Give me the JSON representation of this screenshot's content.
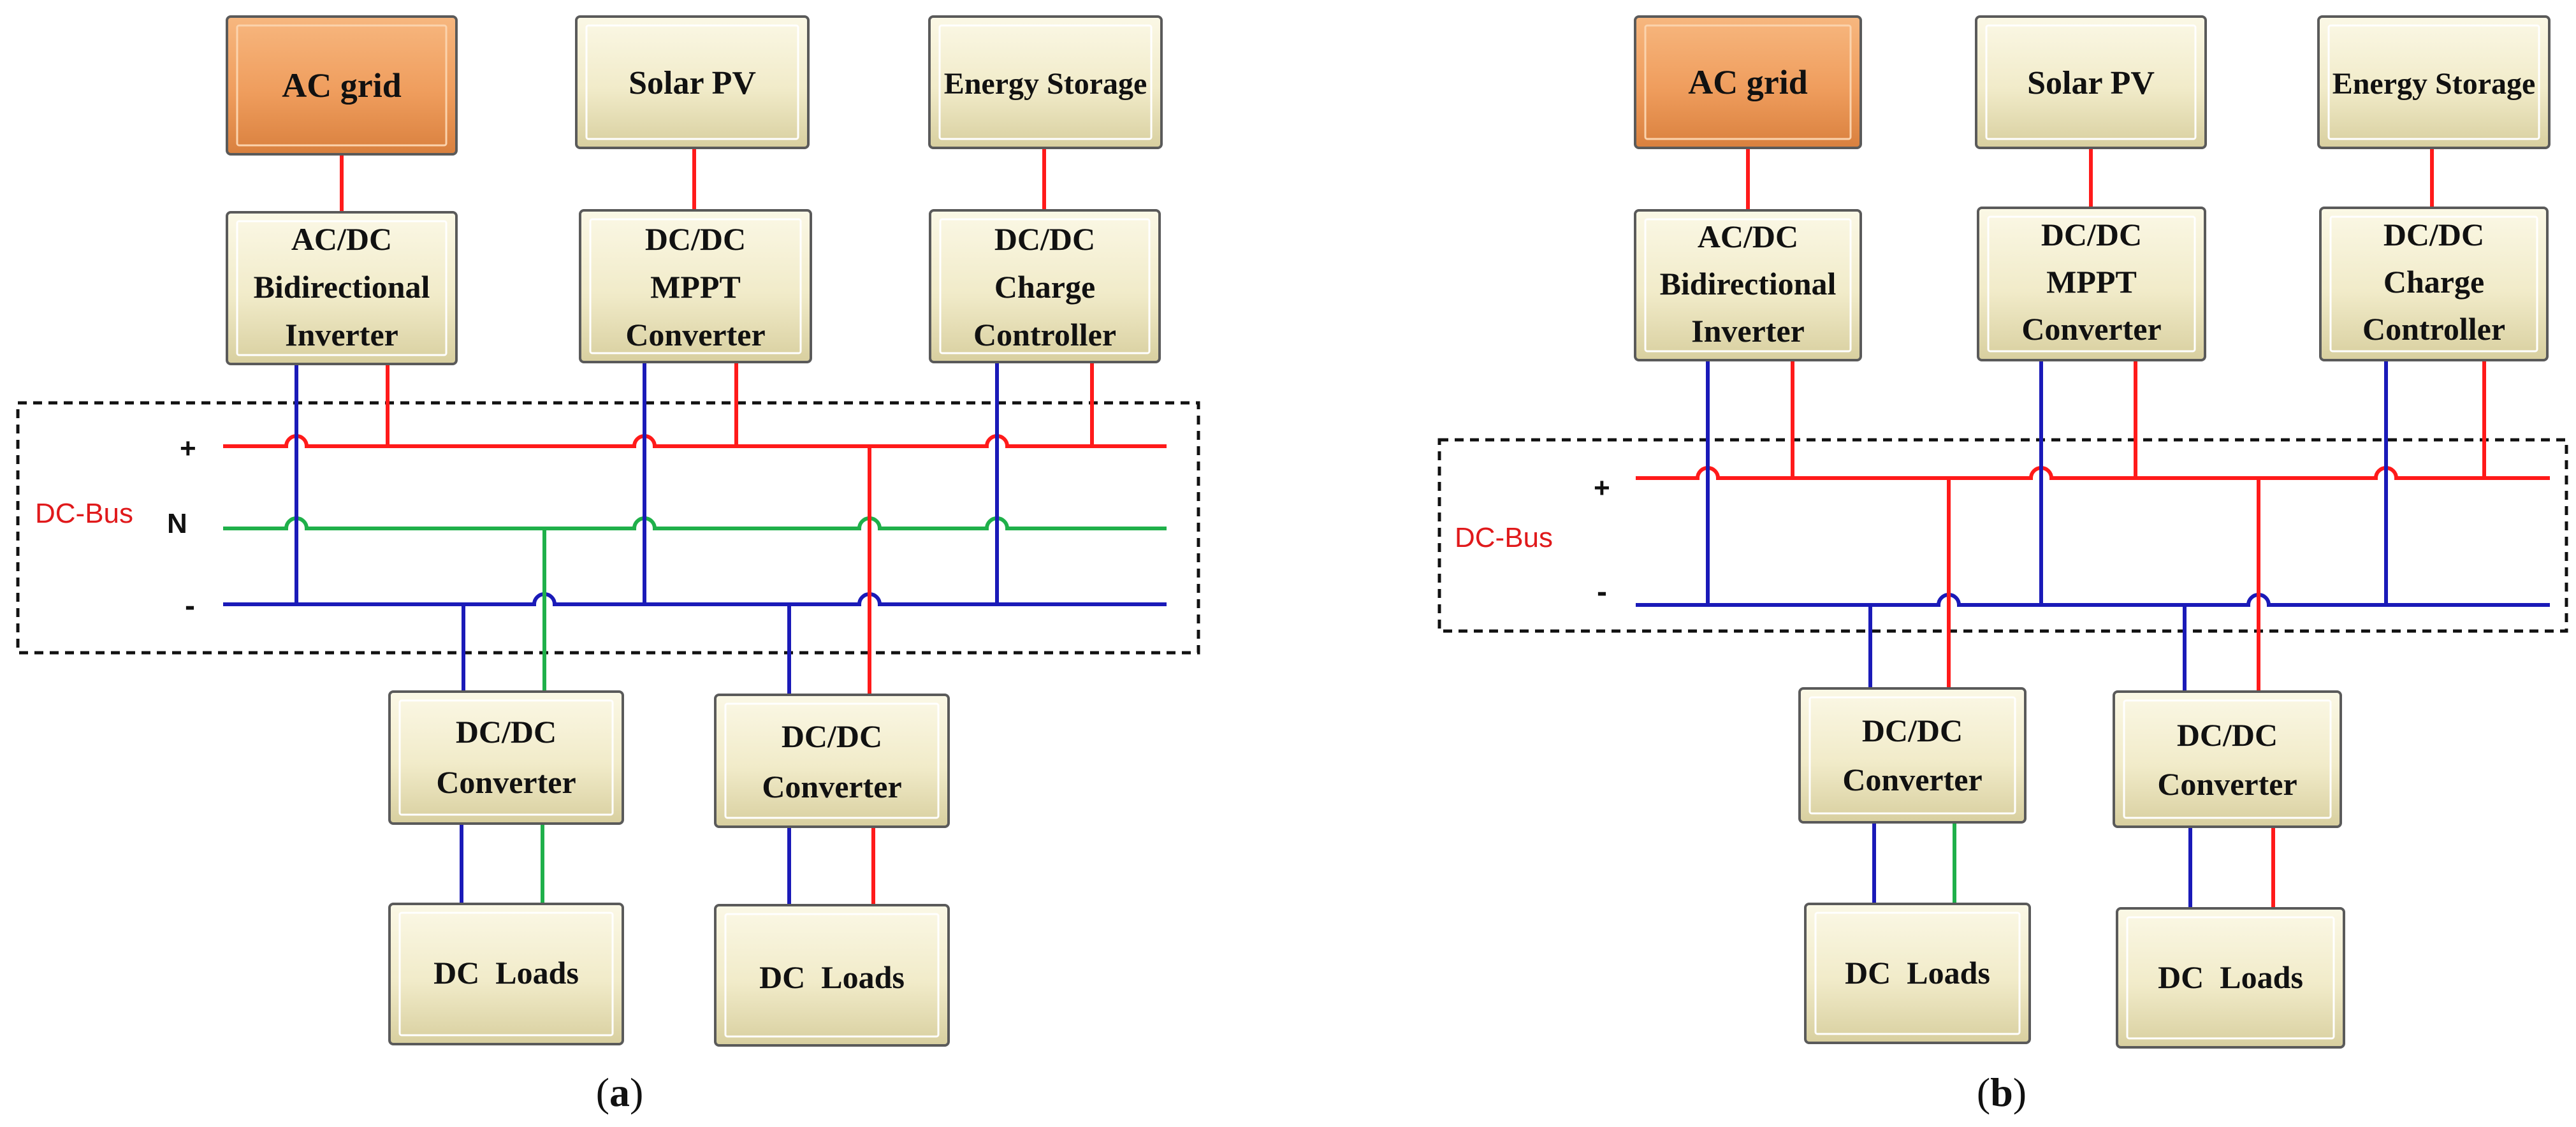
{
  "colors": {
    "positive_wire": "#ff1a1a",
    "neutral_wire": "#1fb04a",
    "negative_wire": "#1a1ab8",
    "box_fill": "#f4efcf",
    "box_fill_dark": "#d8cf9f",
    "ac_grid_fill": "#f0a060",
    "ac_grid_fill_dark": "#d9803e",
    "box_border": "#5a5a5a",
    "dcbus_label": "#e0191b"
  },
  "panel_a": {
    "caption": {
      "open": "(",
      "letter": "a",
      "close": ")"
    },
    "bus_label": "DC-Bus",
    "rail_plus": "+",
    "rail_neutral": "N",
    "rail_minus": "-",
    "sources": [
      {
        "title": "AC grid",
        "converter_lines": [
          "AC/DC",
          "Bidirectional",
          "Inverter"
        ]
      },
      {
        "title": "Solar PV",
        "converter_lines": [
          "DC/DC",
          "MPPT",
          "Converter"
        ]
      },
      {
        "title": "Energy Storage",
        "converter_lines": [
          "DC/DC",
          "Charge",
          "Controller"
        ]
      }
    ],
    "loads": [
      {
        "converter_lines": [
          "DC/DC",
          "Converter"
        ],
        "load": "DC  Loads"
      },
      {
        "converter_lines": [
          "DC/DC",
          "Converter"
        ],
        "load": "DC  Loads"
      }
    ]
  },
  "panel_b": {
    "caption": {
      "open": "(",
      "letter": "b",
      "close": ")"
    },
    "bus_label": "DC-Bus",
    "rail_plus": "+",
    "rail_minus": "-",
    "sources": [
      {
        "title": "AC grid",
        "converter_lines": [
          "AC/DC",
          "Bidirectional",
          "Inverter"
        ]
      },
      {
        "title": "Solar PV",
        "converter_lines": [
          "DC/DC",
          "MPPT",
          "Converter"
        ]
      },
      {
        "title": "Energy Storage",
        "converter_lines": [
          "DC/DC",
          "Charge",
          "Controller"
        ]
      }
    ],
    "loads": [
      {
        "converter_lines": [
          "DC/DC",
          "Converter"
        ],
        "load": "DC  Loads"
      },
      {
        "converter_lines": [
          "DC/DC",
          "Converter"
        ],
        "load": "DC  Loads"
      }
    ]
  }
}
